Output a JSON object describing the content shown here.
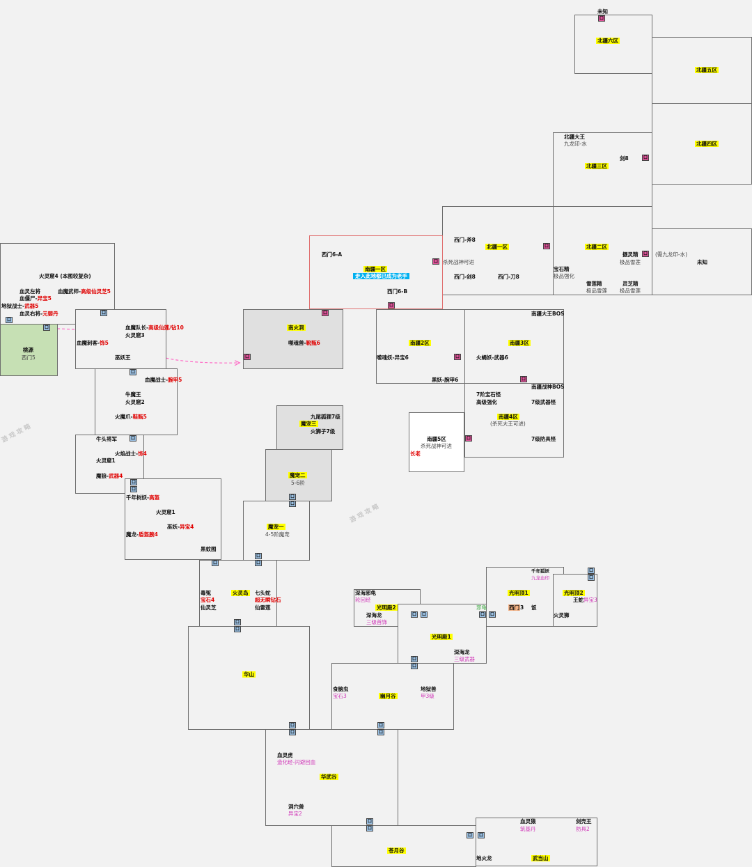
{
  "door": "口",
  "watermark": "游 戏 攻 略",
  "colors": {
    "highlight": "#ffff00",
    "red_text": "#e00000",
    "pink_text": "#d036b8",
    "blue_door": "#9dc3e6",
    "pink_door": "#e0539a",
    "arrow_blue": "#2e75b6",
    "arrow_pink": "#ff66c4"
  },
  "labels": {
    "unknown_top": "未知",
    "bj6": "北疆六区",
    "bj5": "北疆五区",
    "bj4": "北疆四区",
    "bj3_king": "北疆大王",
    "bj3_seal": "九龙印-水",
    "bj3": "北疆三区",
    "bj3_sword": "剑8",
    "bj1_axe": "西门-斧8",
    "bj1": "北疆一区",
    "bj1_cond": "杀死战神可进",
    "bj1_sword": "西门-剑8",
    "bj1_blade": "西门-刀8",
    "bj2": "北疆二区",
    "bj2_spirit": "摄灵精",
    "bj2_lotus1": "极品雪莲",
    "bj2_gem": "宝石精",
    "bj2_strength": "极品强化",
    "bj2_lotus_sprite": "雪莲精",
    "bj2_lotus2": "极品雪莲",
    "bj2_zhi": "灵芝精",
    "bj2_lotus3": "极品雪莲",
    "right_need": "(需九龙印-水)",
    "right_unknown": "未知",
    "nj1_west": "西门6-A",
    "nj1": "南疆一区",
    "nj1_note": "走入此地都已成为老手",
    "nj1_westb": "西门6-B",
    "nhd": "南火洞",
    "nhd_beast": "噬魂兽-",
    "nhd_beast_drop": "靴甄6",
    "nj2": "南疆2区",
    "nj2_mon": "噬魂妖-异宝6",
    "nj2_mon2": "黑妖-腕甲6",
    "nj3_boss": "南疆大王BOS",
    "nj3": "南疆3区",
    "nj3_mon": "火蝎妖-武器6",
    "nj4_boss": "南疆战神BOS",
    "nj4_gem": "7阶宝石怪",
    "nj4_strength": "高级强化",
    "nj4_weapon": "7级武器怪",
    "nj4": "南疆4区",
    "nj4_cond": "(杀死大王可进)",
    "nj4_armor": "7级防具怪",
    "nj5": "南疆5区",
    "nj5_cond": "杀死战神可进",
    "nj5_elder": "长老",
    "hlk4": "火灵窟4 (本图较复杂)",
    "hlk4_m1": "血灵左将",
    "hlk4_m2a": "血魔武师-",
    "hlk4_m2b": "高级仙灵芝5",
    "hlk4_m3a": "血僵尸-",
    "hlk4_m3b": "异宝5",
    "hlk4_m4a": "地狱战士-",
    "hlk4_m4b": "武器5",
    "hlk4_m5a": "血灵右将-",
    "hlk4_m5b": "元婴丹",
    "taoyuan": "桃源",
    "taoyuan_sub": "西门5",
    "hlk3_m1a": "血魔队长-",
    "hlk3_m1b": "高级仙莲/钻10",
    "hlk3": "火灵窟3",
    "hlk3_m2a": "血魔刺客-",
    "hlk3_m2b": "饰5",
    "hlk3_m3": "巫妖王",
    "hlk2_m1a": "血魔战士-",
    "hlk2_m1b": "腕甲5",
    "hlk2_m2": "牛魔王",
    "hlk2": "火灵窟2",
    "hlk2_m3a": "火魔爪-",
    "hlk2_m3b": "鞋甄5",
    "hlk1_m1": "牛头将军",
    "hlk1_m2a": "火焰战士-",
    "hlk1_m2b": "饰4",
    "hlk1": "火灵窟1",
    "hlk1_m3a": "魔狼-",
    "hlk1_m3b": "武器4",
    "hk1_m1a": "千年树妖-",
    "hk1_m1b": "高盔",
    "hk1": "火灵窟1",
    "hk1_m2a": "巫妖-",
    "hk1_m2b": "异宝4",
    "hk1_m3a": "魔龙-",
    "hk1_m3b": "盾盔腕4",
    "hk1_m4": "黑蚊图",
    "mc3_a": "九尾狐狸7级",
    "mc3": "魔宠三",
    "mc3_b": "火狮子7级",
    "mc2": "魔宠二",
    "mc2_sub": "5-6阶",
    "mc1": "魔宠一",
    "mc1_sub": "4-5阶魔宠",
    "hld_m1": "毒冤",
    "hld": "火灵岛",
    "hld_m2": "七头蛇",
    "hld_m1d": "宝石4",
    "hld_m2d": "超无瞬钻石",
    "hld_m3": "仙灵芝",
    "hld_m4": "仙雷莲",
    "huashan": "华山",
    "gmd2_m1": "深海邪龟",
    "gmd2_m1d": "轮回经",
    "gmd2": "光明殿2",
    "gmd2_m2": "深海龙",
    "gmd2_m2d": "三级首饰",
    "gmd1_turtle": "邪龟",
    "gmd1": "光明殿1",
    "gmd1_m1": "深海龙",
    "gmd1_m1d": "三级武器",
    "gmd_top_m": "千年狐妖",
    "gmd_top_d": "九龙血印",
    "gmt1": "光明顶1",
    "gmt1_west": "西门",
    "gmt1_west_n": "3",
    "gmt1_rice": "饭",
    "gmt2": "光明顶2",
    "gmt2_m1": "王蛇",
    "gmt2_m1d": "异宝3",
    "gmt2_m2": "火灵狮",
    "yyg_m1": "食脑虫",
    "yyg_m1d": "宝石3",
    "yyg": "幽月谷",
    "yyg_m2": "地狱兽",
    "yyg_m2d": "甲3级",
    "hwg_m1": "血灵虎",
    "hwg_m1d": "造化经-闪避回血",
    "hwg": "华武谷",
    "hwg_m2": "洞穴兽",
    "hwg_m2d": "异宝2",
    "cyg": "苍月谷",
    "ws_m1": "血灵猿",
    "ws_m1d": "筑基丹",
    "ws_m2": "剑壳王",
    "ws_m2d": "防具2",
    "ws_m3": "地火龙",
    "ws": "武当山"
  }
}
